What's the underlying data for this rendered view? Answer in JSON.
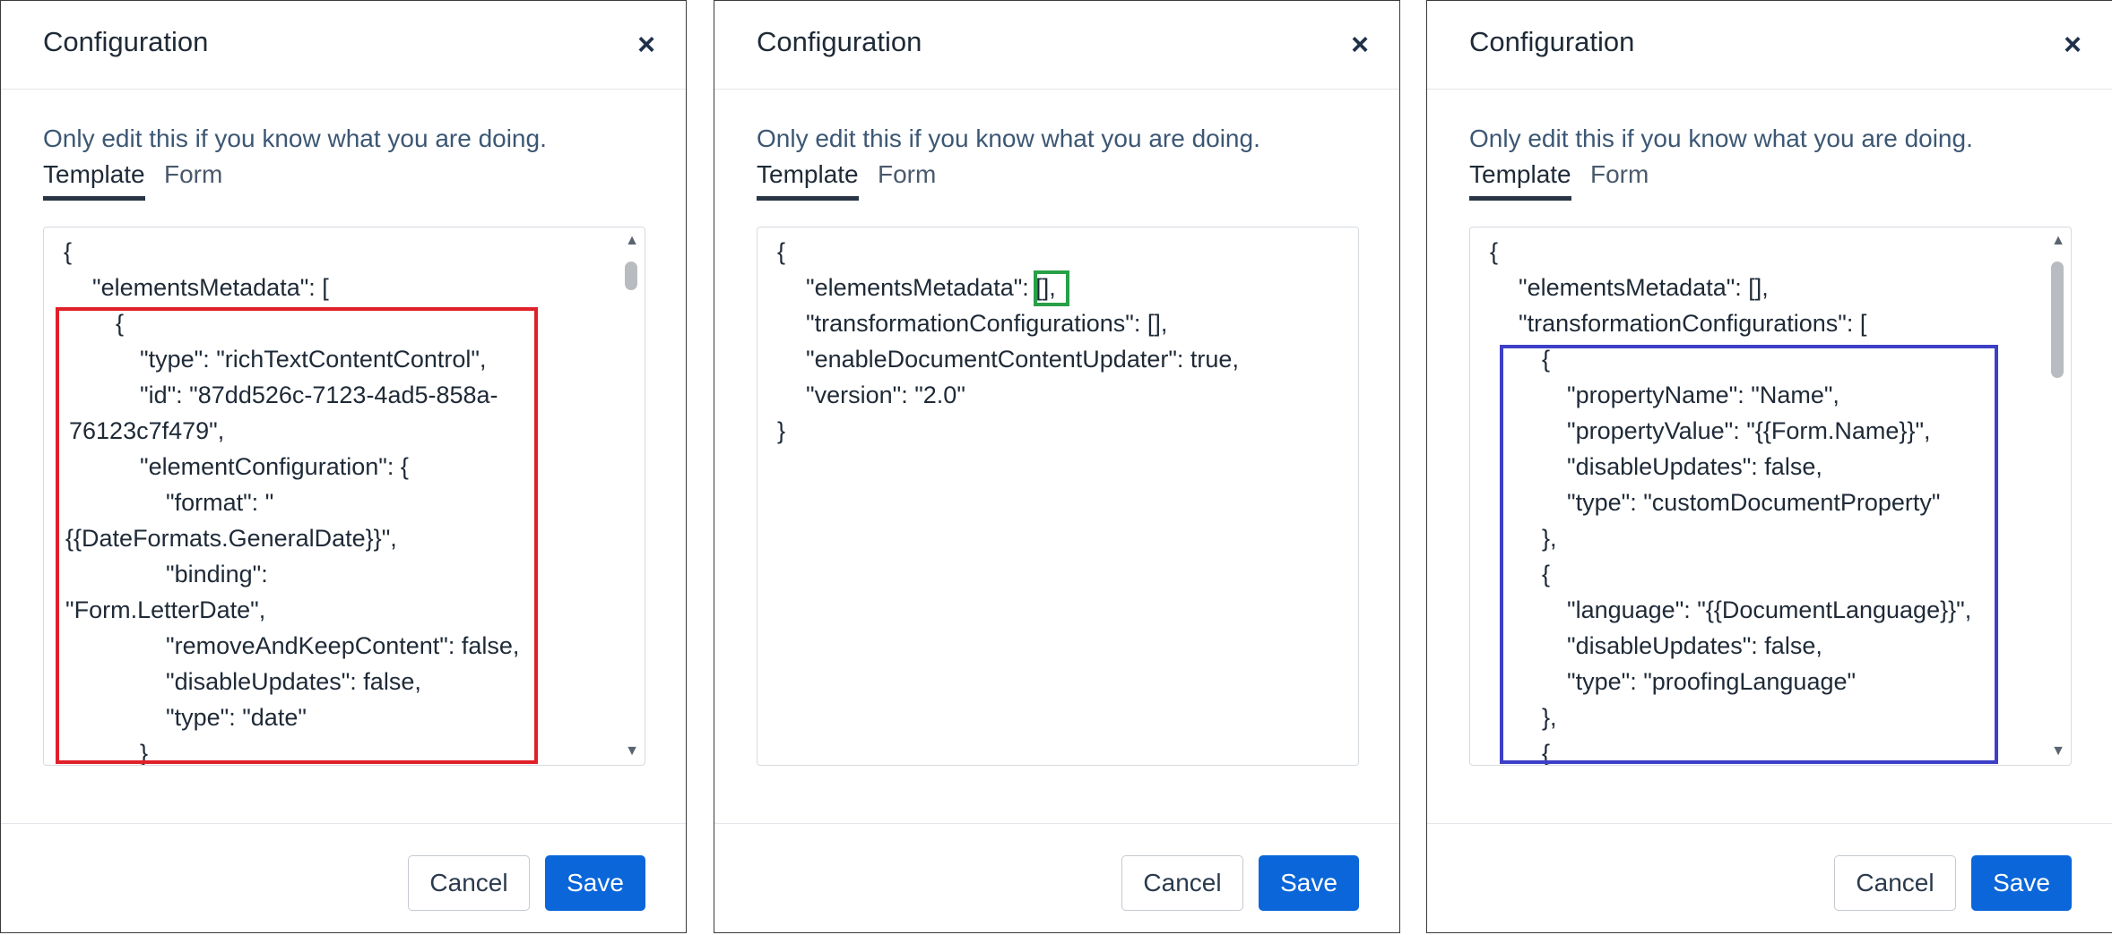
{
  "dialogs": [
    {
      "title": "Configuration",
      "close_icon": "×",
      "warning": "Only edit this if you know what you are doing.",
      "tabs": [
        "Template",
        "Form"
      ],
      "active_tab": "Template",
      "code_lines": [
        "{",
        "\"elementsMetadata\": [",
        "{",
        "\"type\": \"richTextContentControl\",",
        "\"id\": \"87dd526c-7123-4ad5-858a-",
        "76123c7f479\",",
        "\"elementConfiguration\": {",
        "\"format\": \"",
        "{{DateFormats.GeneralDate}}\",",
        "\"binding\":",
        "\"Form.LetterDate\",",
        "\"removeAndKeepContent\": false,",
        "\"disableUpdates\": false,",
        "\"type\": \"date\"",
        "}"
      ],
      "highlight_color": "#e0202a",
      "cancel_label": "Cancel",
      "save_label": "Save"
    },
    {
      "title": "Configuration",
      "close_icon": "×",
      "warning": "Only edit this if you know what you are doing.",
      "tabs": [
        "Template",
        "Form"
      ],
      "active_tab": "Template",
      "code_lines": [
        "{",
        "\"elementsMetadata\": [],",
        "\"transformationConfigurations\": [],",
        "\"enableDocumentContentUpdater\": true,",
        "\"version\": \"2.0\"",
        "}"
      ],
      "highlight_color": "#27a046",
      "cancel_label": "Cancel",
      "save_label": "Save"
    },
    {
      "title": "Configuration",
      "close_icon": "×",
      "warning": "Only edit this if you know what you are doing.",
      "tabs": [
        "Template",
        "Form"
      ],
      "active_tab": "Template",
      "code_lines": [
        "{",
        "\"elementsMetadata\": [],",
        "\"transformationConfigurations\": [",
        "{",
        "\"propertyName\": \"Name\",",
        "\"propertyValue\": \"{{Form.Name}}\",",
        "\"disableUpdates\": false,",
        "\"type\": \"customDocumentProperty\"",
        "},",
        "{",
        "\"language\": \"{{DocumentLanguage}}\",",
        "\"disableUpdates\": false,",
        "\"type\": \"proofingLanguage\"",
        "},",
        "{"
      ],
      "highlight_color": "#3d3fc7",
      "cancel_label": "Cancel",
      "save_label": "Save"
    }
  ],
  "colors": {
    "primary_button": "#0a66d9",
    "warning_text": "#3c5774"
  }
}
